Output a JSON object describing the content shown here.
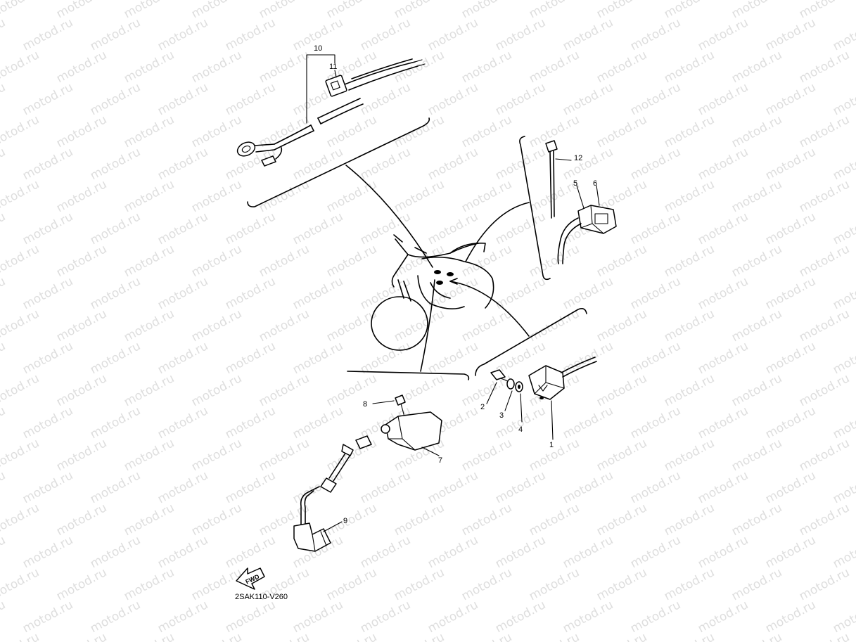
{
  "watermark": "motod.ru",
  "part_code": "2SAK110-V260",
  "fwd_label": "FWD",
  "callouts": [
    "1",
    "2",
    "3",
    "4",
    "5",
    "6",
    "7",
    "8",
    "9",
    "10",
    "11",
    "12"
  ]
}
